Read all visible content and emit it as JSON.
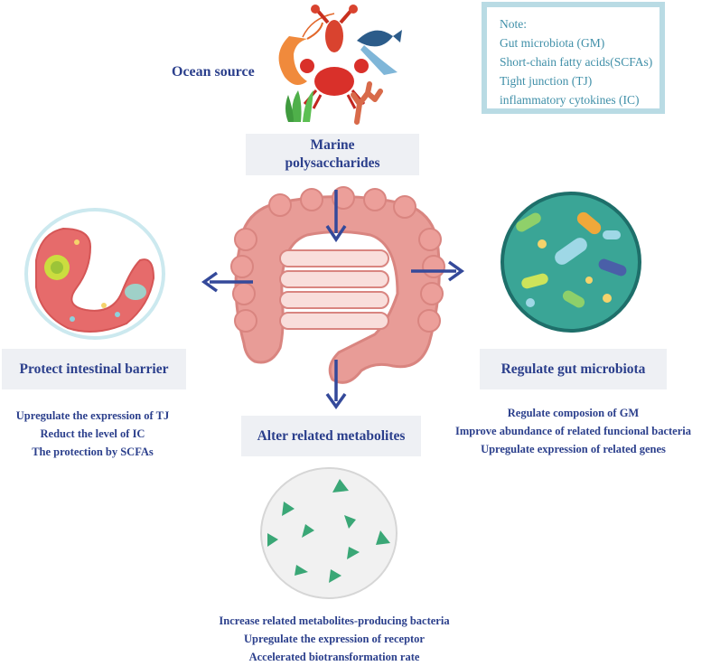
{
  "note": {
    "title": "Note:",
    "lines": [
      "Gut microbiota (GM)",
      "Short-chain fatty acids(SCFAs)",
      "Tight junction  (TJ)",
      "inflammatory cytokines (IC)"
    ]
  },
  "ocean_source": "Ocean source",
  "marine": {
    "line1": "Marine",
    "line2": "polysaccharides"
  },
  "left": {
    "title": "Protect intestinal barrier",
    "lines": [
      "Upregulate the expression of TJ",
      "Reduct the level of IC",
      "The protection by SCFAs"
    ]
  },
  "right": {
    "title": "Regulate gut microbiota",
    "lines": [
      "Regulate composion of GM",
      "Improve abundance of related funcional bacteria",
      "Upregulate expression of related genes"
    ]
  },
  "bottom": {
    "title": "Alter related metabolites",
    "lines": [
      "Increase related metabolites-producing bacteria",
      "Upregulate the expression of receptor",
      "Accelerated biotransformation rate"
    ]
  },
  "colors": {
    "navy": "#2b3f8c",
    "arrow": "#34499a",
    "note_border": "#b9dbe4",
    "note_text": "#3f8fa8",
    "colon": "#e79a96",
    "bacteria_bg": "#3aa596",
    "triangle": "#3aa776"
  }
}
